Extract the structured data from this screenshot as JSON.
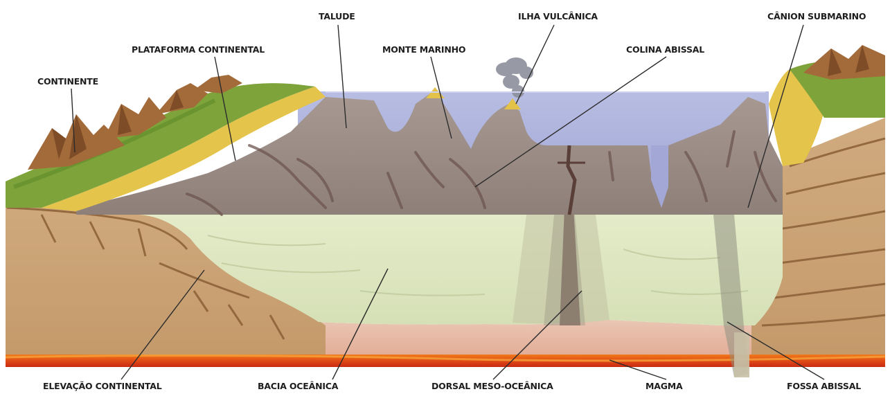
{
  "labels": {
    "talude": "TALUDE",
    "ilha_vulcanica": "ILHA VULCÂNICA",
    "canion_submarino": "CÂNION SUBMARINO",
    "plataforma_continental": "PLATAFORMA CONTINENTAL",
    "monte_marinho": "MONTE MARINHO",
    "colina_abissal": "COLINA ABISSAL",
    "continente": "CONTINENTE",
    "elevacao_continental": "ELEVAÇÃO CONTINENTAL",
    "bacia_oceanica": "BACIA OCEÂNICA",
    "dorsal_meso_oceanica": "DORSAL MESO-OCEÂNICA",
    "magma": "MAGMA",
    "fossa_abissal": "FOSSA ABISSAL"
  },
  "colors": {
    "sea": "#a9aed9",
    "rock": "#9a8c86",
    "sediment": "#dfe7c3",
    "crust": "#c9a47a",
    "mantle": "#e7bba6",
    "magma": "#d83a16",
    "vegetation": "#7ea33a",
    "sand": "#e3c24a"
  }
}
